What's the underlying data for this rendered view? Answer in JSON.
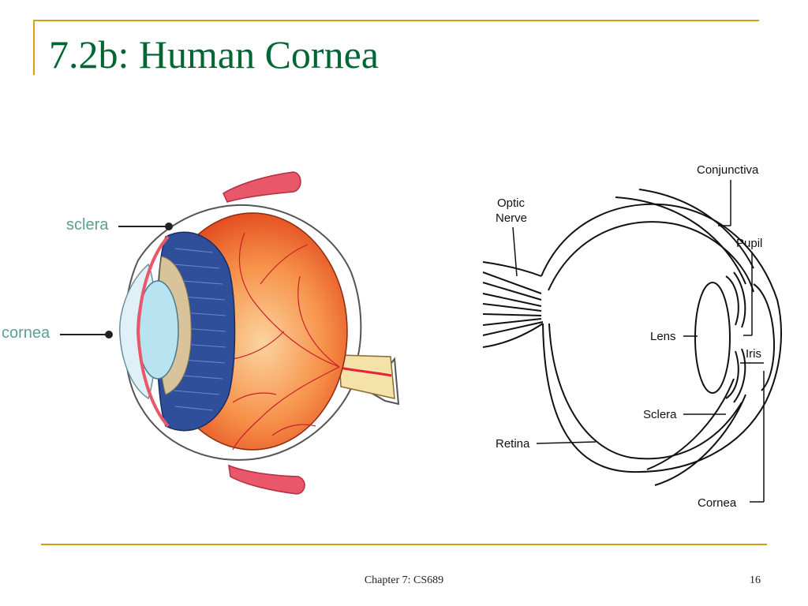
{
  "slide": {
    "title": "7.2b: Human Cornea",
    "footer": "Chapter 7: CS689",
    "page_number": "16"
  },
  "left_diagram": {
    "labels": {
      "sclera": "sclera",
      "cornea": "cornea"
    },
    "colors": {
      "label": "#5f9e92",
      "eyeball": "#e8461a",
      "iris": "#2f4f9a",
      "muscle": "#e8586a"
    }
  },
  "right_diagram": {
    "labels": {
      "conjunctiva": "Conjunctiva",
      "optic_line1": "Optic",
      "optic_line2": "Nerve",
      "pupil": "Pupil",
      "lens": "Lens",
      "iris": "Iris",
      "sclera": "Sclera",
      "retina": "Retina",
      "cornea": "Cornea"
    }
  },
  "colors": {
    "title": "#006633",
    "accent": "#d4a017"
  }
}
